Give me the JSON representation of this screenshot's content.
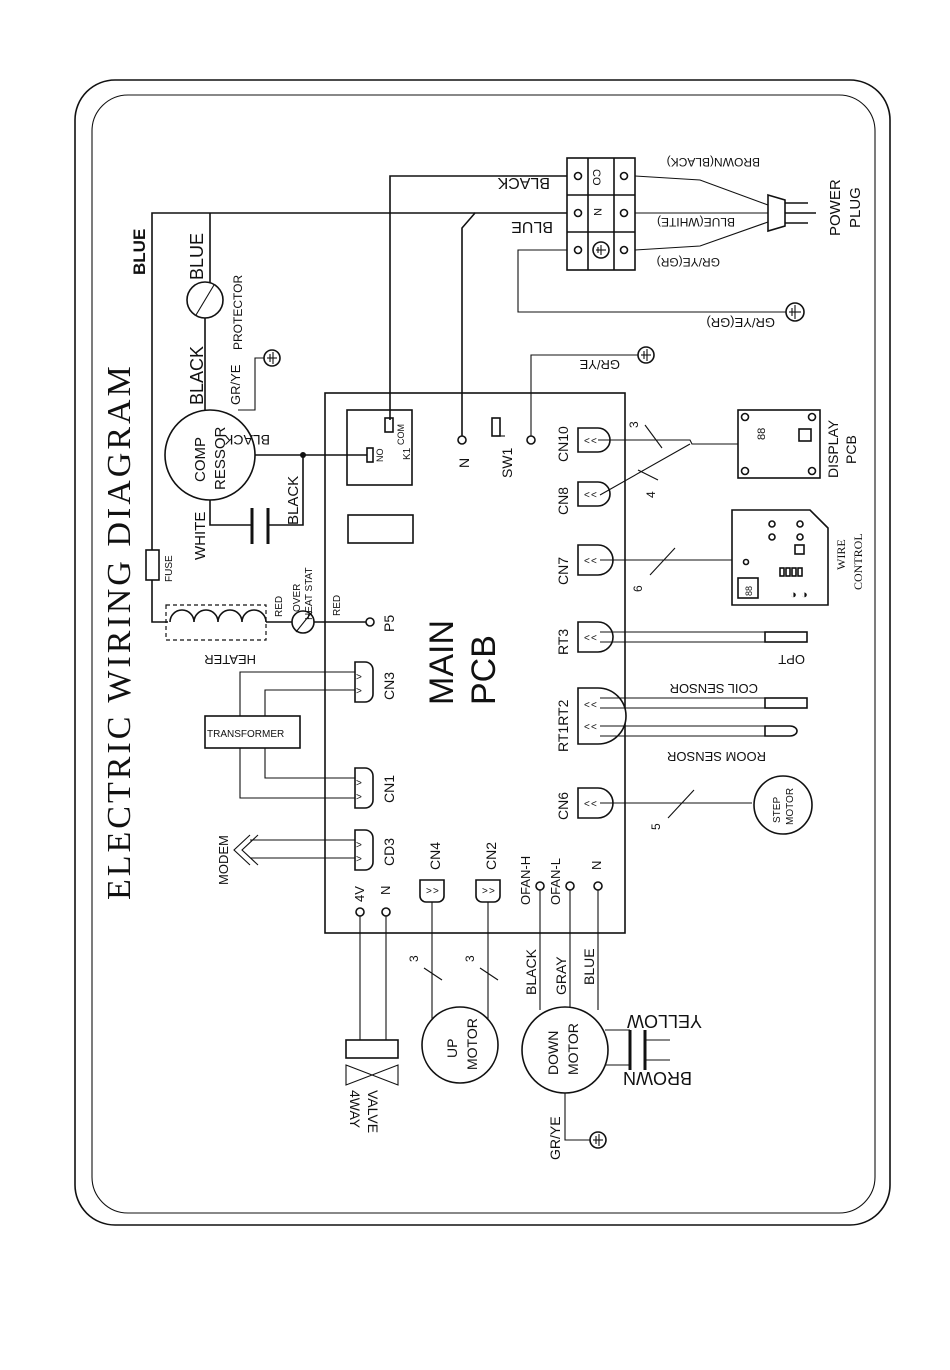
{
  "title": "ELECTRIC WIRING DIAGRAM",
  "pcb": {
    "main": "MAIN",
    "pcb": "PCB",
    "k1": "K1",
    "no": "NO",
    "com": "COM",
    "sw1": "SW1",
    "n": "N",
    "p5": "P5"
  },
  "connectors": {
    "cn10": "CN10",
    "cn8": "CN8",
    "cn7": "CN7",
    "rt3": "RT3",
    "rt1rt2": "RT1RT2",
    "cn6": "CN6",
    "cn3": "CN3",
    "cn1": "CN1",
    "cd3": "CD3",
    "cn4": "CN4",
    "cn2": "CN2",
    "ofan_h": "OFAN-H",
    "ofan_l": "OFAN-L",
    "n_fan": "N",
    "n_valve": "N",
    "v4": "4V"
  },
  "wire_colors": {
    "black_top": "BLACK",
    "blue_top": "BLUE",
    "blue_left": "BLUE",
    "black_comp": "BLACK",
    "blue_comp": "BLUE",
    "black_run": "BLACK",
    "black_cap": "BLACK",
    "white": "WHITE",
    "grye_comp": "GR/YE",
    "red1": "RED",
    "red2": "RED",
    "fan_black": "BLACK",
    "fan_gray": "GRAY",
    "fan_blue": "BLUE",
    "yellow": "YELLOW",
    "brown": "BROWN",
    "grye_motor": "GR/YE",
    "grye_pcb": "GR/YE",
    "grye_plug": "GR/YE(GR)"
  },
  "plug": {
    "brown_black": "BROWN(BLACK)",
    "blue_white": "BLUE(WHITE)",
    "grye_gr": "GR/YE(GR)",
    "co": "CO",
    "n": "N",
    "power": "POWER",
    "plug": "PLUG"
  },
  "components": {
    "comp": "COMP",
    "ressor": "RESSOR",
    "protector": "PROTECTOR",
    "fuse": "FUSE",
    "heater": "HEATER",
    "over": "OVER",
    "heat_stat": "HEAT STAT",
    "transformer": "TRANSFORMER",
    "modem": "MODEM",
    "valve_4way": "4WAY",
    "valve": "VALVE",
    "up": "UP",
    "motor_up": "MOTOR",
    "down": "DOWN",
    "motor_down": "MOTOR",
    "step": "STEP",
    "motor_step": "MOTOR",
    "display": "DISPLAY",
    "display_pcb": "PCB",
    "wire": "WIRE",
    "control": "CONTROL",
    "opt": "OPT",
    "coil_sensor": "COIL SENSOR",
    "room_sensor": "ROOM SENSOR",
    "seg_display": "88",
    "seg_wire": "88"
  },
  "wire_counts": {
    "cn10": "3",
    "cn8": "4",
    "cn7": "6",
    "cn6": "5",
    "cn4": "3",
    "cn2": "3"
  }
}
